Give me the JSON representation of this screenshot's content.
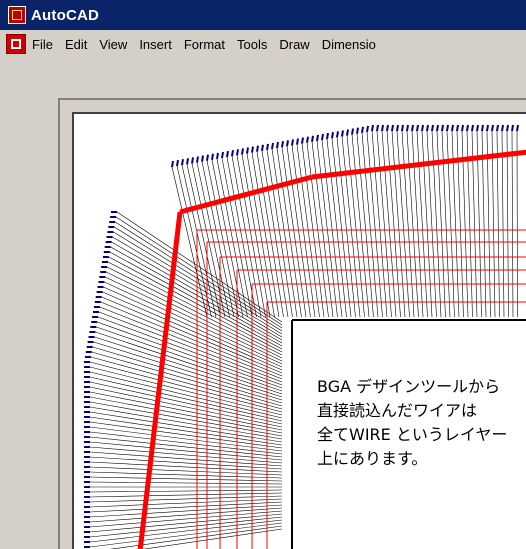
{
  "window": {
    "title": "AutoCAD"
  },
  "menubar": {
    "items": [
      "File",
      "Edit",
      "View",
      "Insert",
      "Format",
      "Tools",
      "Draw",
      "Dimensio"
    ]
  },
  "note": {
    "lines": [
      "BGA デザインツールから",
      "直接読込んだワイアは",
      "全てWIRE というレイヤー",
      "上にあります。"
    ]
  },
  "colors": {
    "titlebar": "#0a246a",
    "highlight_wire": "#ff0000",
    "via": "#000080"
  },
  "icons": {
    "app": "autocad-icon",
    "document": "autocad-document-icon"
  }
}
